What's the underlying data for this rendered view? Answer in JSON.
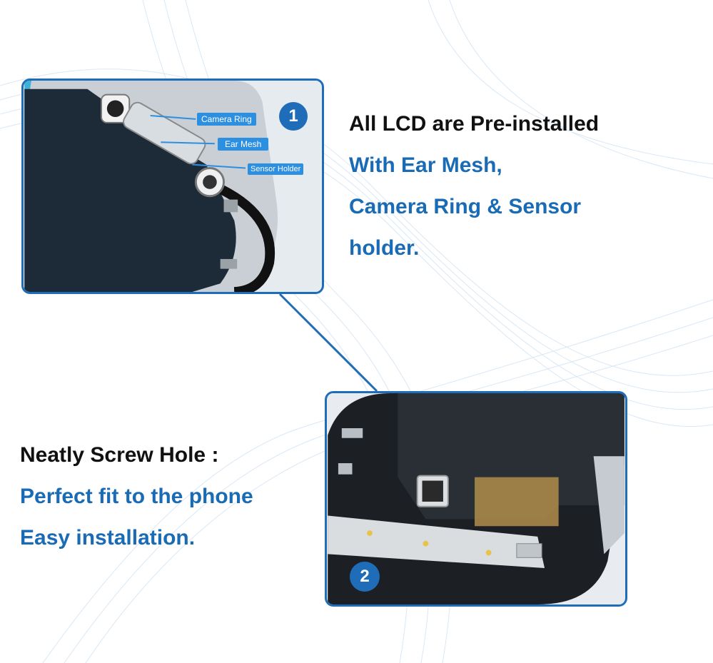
{
  "colors": {
    "accent": "#1f6db8",
    "heading_text": "#111111",
    "blue_text": "#1a6bb5",
    "label_bg": "#2c8fe0"
  },
  "panel1": {
    "number": "1",
    "callouts": {
      "camera_ring": "Camera Ring",
      "ear_mesh": "Ear Mesh",
      "sensor_holder": "Sensor Holder"
    }
  },
  "panel2": {
    "number": "2"
  },
  "section1": {
    "heading": "All LCD are Pre-installed",
    "lines": [
      "With Ear Mesh,",
      "Camera Ring & Sensor",
      "holder."
    ]
  },
  "section2": {
    "heading": "Neatly Screw Hole :",
    "lines": [
      "Perfect fit to the phone",
      "Easy installation."
    ]
  }
}
